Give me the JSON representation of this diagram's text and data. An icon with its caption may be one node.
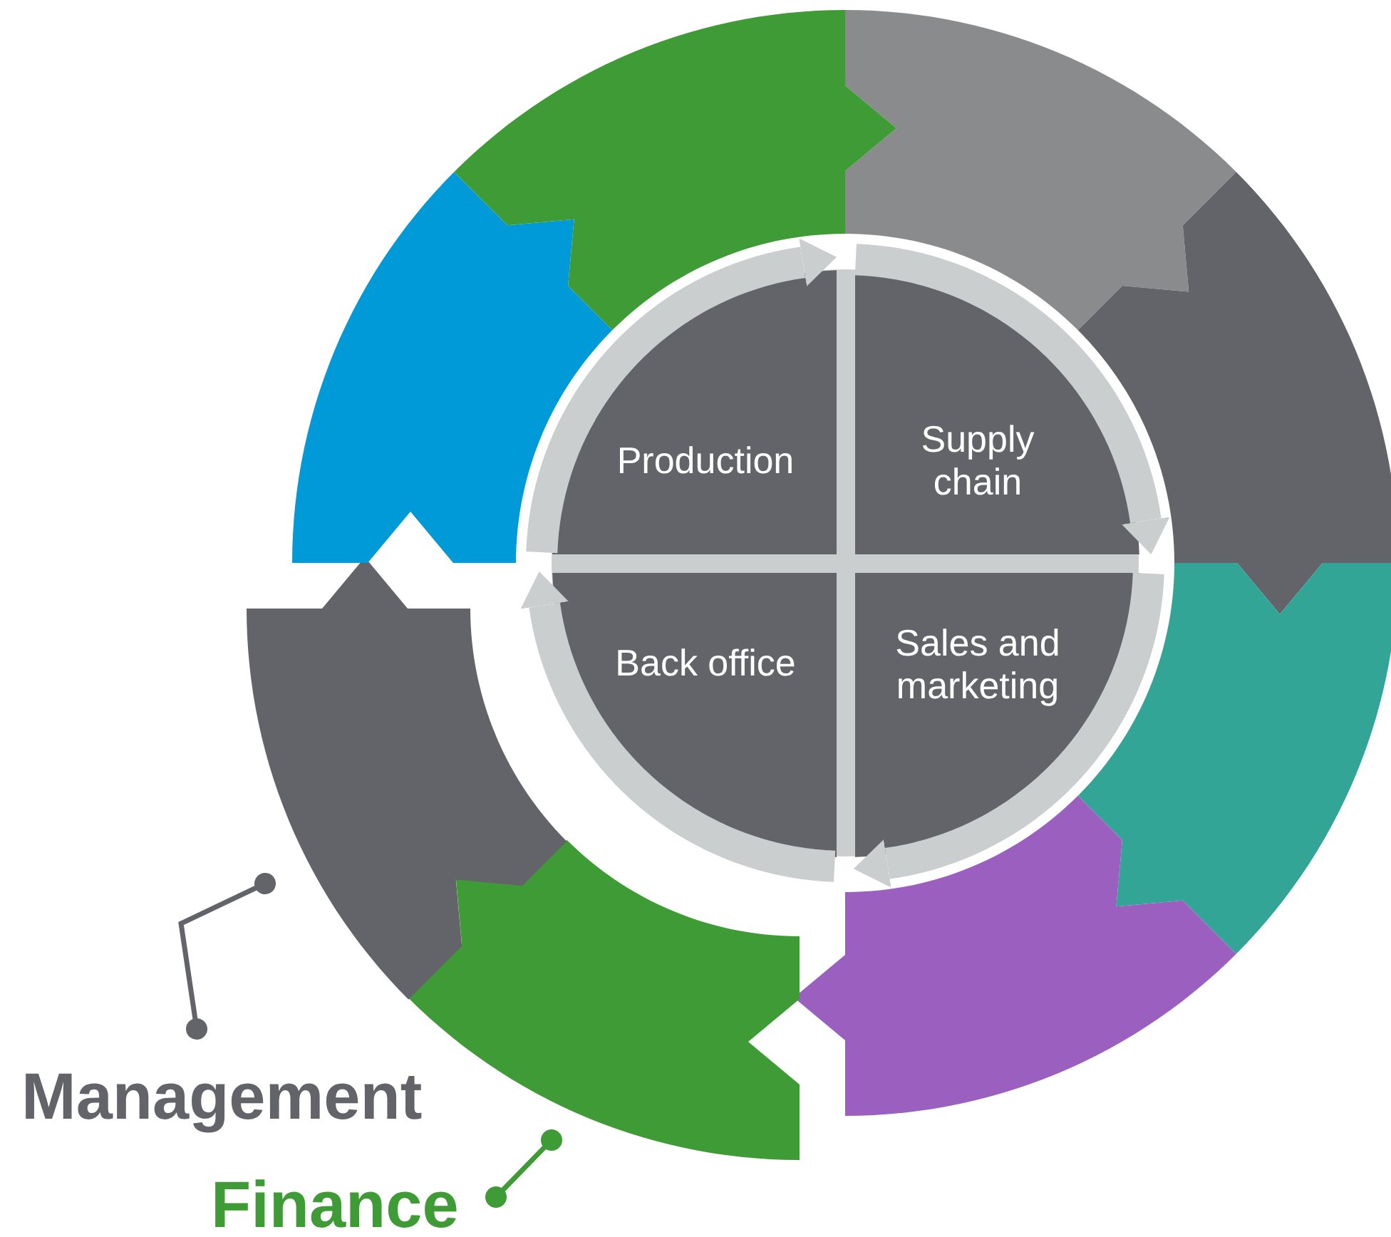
{
  "diagram": {
    "nodes": [
      {
        "text": [
          "Production"
        ]
      },
      {
        "text": [
          "Supply chain"
        ]
      },
      {
        "text": [
          "Back office"
        ]
      },
      {
        "text": [
          "Sales and marketing"
        ]
      },
      {
        "text": [],
        "shape": "segment"
      },
      {
        "text": [],
        "shape": "segment"
      },
      {
        "text": [],
        "shape": "segment"
      },
      {
        "text": [],
        "shape": "segment"
      },
      {
        "text": [],
        "shape": "segment"
      },
      {
        "text": [],
        "shape": "segment"
      },
      {
        "text": [],
        "shape": "segment"
      },
      {
        "text": [],
        "shape": "segment"
      },
      {
        "text": [
          "Management"
        ]
      },
      {
        "text": [
          "Finance"
        ]
      }
    ],
    "edges": [
      {
        "from": 0,
        "to": 1,
        "arrow": "to"
      },
      {
        "from": 1,
        "to": 3,
        "arrow": "to"
      },
      {
        "from": 3,
        "to": 2,
        "arrow": "to"
      },
      {
        "from": 2,
        "to": 0,
        "arrow": "to"
      },
      {
        "from": 12,
        "to": 9,
        "arrow": "other",
        "color": "#626469"
      },
      {
        "from": 13,
        "to": 8,
        "arrow": "other",
        "color": "#3f9b35"
      }
    ]
  }
}
